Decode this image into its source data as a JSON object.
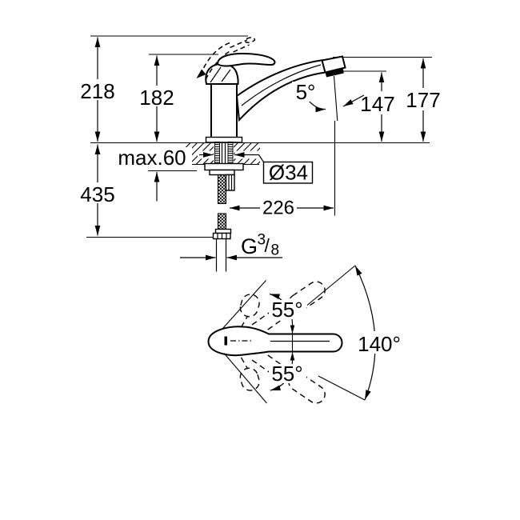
{
  "page": {
    "background": "#ffffff"
  },
  "drawing": {
    "type": "technical-dimension-drawing",
    "subject": "single-lever kitchen faucet",
    "line_color": "#000000",
    "labels": {
      "overall_height": "218",
      "body_height": "182",
      "max_mounting_thickness": "max.60",
      "below_counter_length": "435",
      "hole_diameter": "Ø34",
      "spout_reach": "226",
      "aerator_height": "147",
      "outlet_height": "177",
      "outlet_angle": "5°",
      "thread_letter": "G",
      "thread_numerator": "3",
      "thread_slash": "/",
      "thread_denominator": "8",
      "swivel_angle_upper": "55°",
      "swivel_angle_lower": "55°",
      "swivel_angle_total": "140°"
    }
  }
}
